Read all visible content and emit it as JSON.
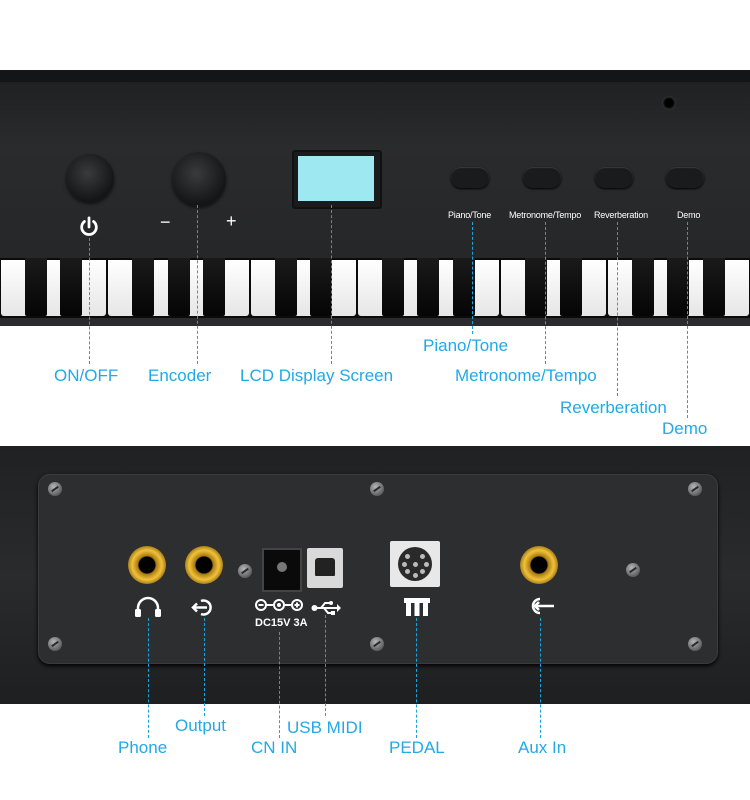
{
  "top_panel": {
    "controls": {
      "minus_sign": "−",
      "plus_sign": "+",
      "button_labels": [
        "Piano/Tone",
        "Metronome/Tempo",
        "Reverberation",
        "Demo"
      ]
    },
    "callouts": {
      "on_off": "ON/OFF",
      "encoder": "Encoder",
      "lcd": "LCD Display Screen",
      "piano_tone": "Piano/Tone",
      "metronome_tempo": "Metronome/Tempo",
      "reverberation": "Reverberation",
      "demo": "Demo"
    }
  },
  "bottom_panel": {
    "dc_rating": "DC15V 3A",
    "icons": [
      "headphone-icon",
      "output-icon",
      "dc-polarity-icon",
      "usb-icon",
      "pedal-icon",
      "aux-in-icon"
    ],
    "callouts": {
      "phone": "Phone",
      "output": "Output",
      "cn_in": "CN IN",
      "usb_midi": "USB MIDI",
      "pedal": "PEDAL",
      "aux_in": "Aux In"
    }
  },
  "colors": {
    "callout": "#22a9e6",
    "lcd": "#9ee8f2",
    "jack_gold": "#f0c23a",
    "panel": "#2a2b2d"
  }
}
